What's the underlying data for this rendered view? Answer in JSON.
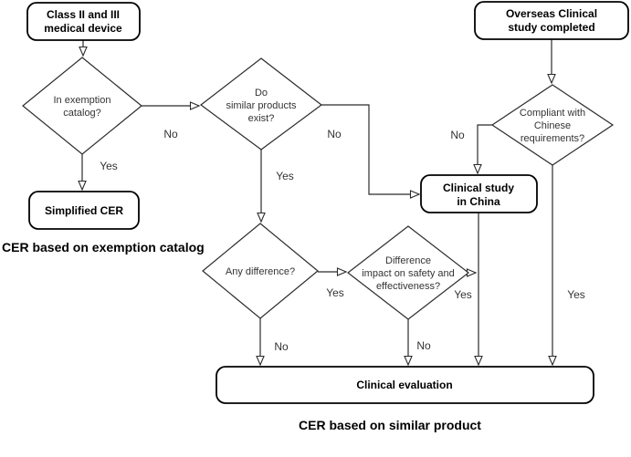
{
  "nodes": {
    "class_device": {
      "line1": "Class II and III",
      "line2": "medical device"
    },
    "exemption": {
      "line1": "In exemption",
      "line2": "catalog?"
    },
    "simplified_cer": {
      "label": "Simplified CER"
    },
    "similar_products": {
      "line1": "Do",
      "line2": "similar products",
      "line3": "exist?"
    },
    "any_difference": {
      "label": "Any difference?"
    },
    "impact": {
      "line1": "Difference",
      "line2": "impact on safety and",
      "line3": "effectiveness?"
    },
    "clinical_study_china": {
      "line1": "Clinical study",
      "line2": "in China"
    },
    "overseas": {
      "line1": "Overseas Clinical",
      "line2": "study completed"
    },
    "compliant": {
      "line1": "Compliant with",
      "line2": "Chinese",
      "line3": "requirements?"
    },
    "clinical_evaluation": {
      "label": "Clinical evaluation"
    }
  },
  "edge_labels": {
    "exemption_no": "No",
    "exemption_yes": "Yes",
    "similar_no": "No",
    "similar_yes": "Yes",
    "any_difference_yes": "Yes",
    "any_difference_no": "No",
    "impact_yes": "Yes",
    "impact_no": "No",
    "compliant_no": "No",
    "compliant_yes": "Yes"
  },
  "captions": {
    "exemption_catalog": "CER based on exemption catalog",
    "similar_product": "CER based on similar product"
  },
  "colors": {
    "background": "#ffffff",
    "stroke": "#2b2b2b",
    "box_border": "#000000",
    "text": "#333333",
    "bold_text": "#000000"
  }
}
